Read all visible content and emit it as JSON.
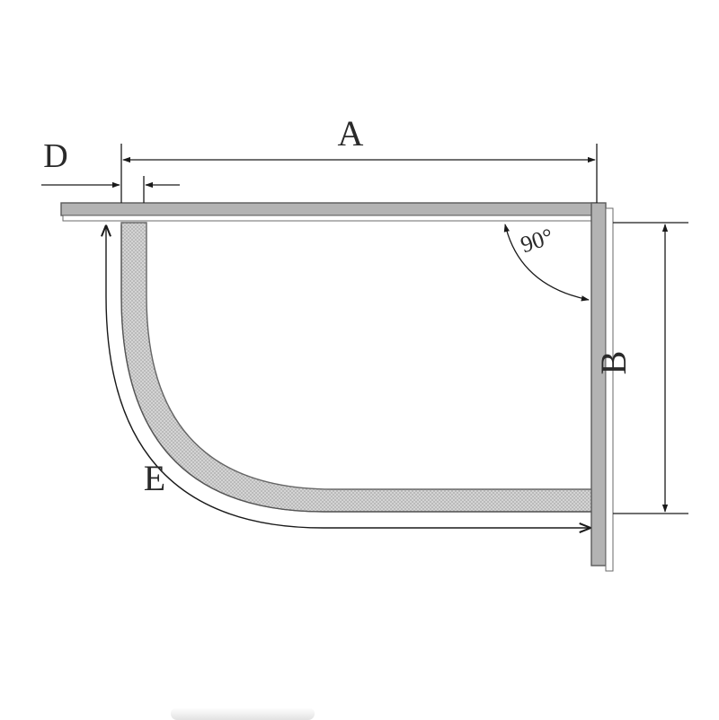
{
  "labels": {
    "A": "A",
    "B": "B",
    "D": "D",
    "E": "E",
    "angle": "90°"
  },
  "colors": {
    "line": "#1a1a1a",
    "profile_fill": "#b8b8b8",
    "hatch": "#c9c9c9",
    "background": "#ffffff"
  }
}
